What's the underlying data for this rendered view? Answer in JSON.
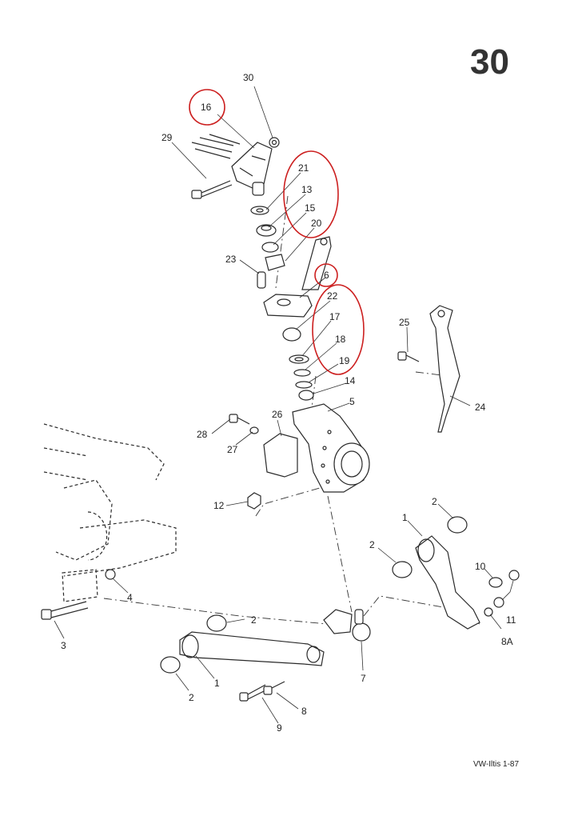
{
  "page": {
    "page_number": "30",
    "footer": "VW-Iltis 1-87"
  },
  "callouts": {
    "c30": "30",
    "c16": "16",
    "c29": "29",
    "c21": "21",
    "c13": "13",
    "c15": "15",
    "c20": "20",
    "c23": "23",
    "c6": "6",
    "c22": "22",
    "c17": "17",
    "c18": "18",
    "c19": "19",
    "c14": "14",
    "c5": "5",
    "c25": "25",
    "c24": "24",
    "c26": "26",
    "c28": "28",
    "c27": "27",
    "c12": "12",
    "c2a": "2",
    "c1a": "1",
    "c2b": "2",
    "c10": "10",
    "c11": "11",
    "c8a": "8A",
    "c4": "4",
    "c3": "3",
    "c2c": "2",
    "c1b": "1",
    "c2d": "2",
    "c7": "7",
    "c8": "8",
    "c9": "9"
  },
  "highlight_color": "#cc1f1f"
}
